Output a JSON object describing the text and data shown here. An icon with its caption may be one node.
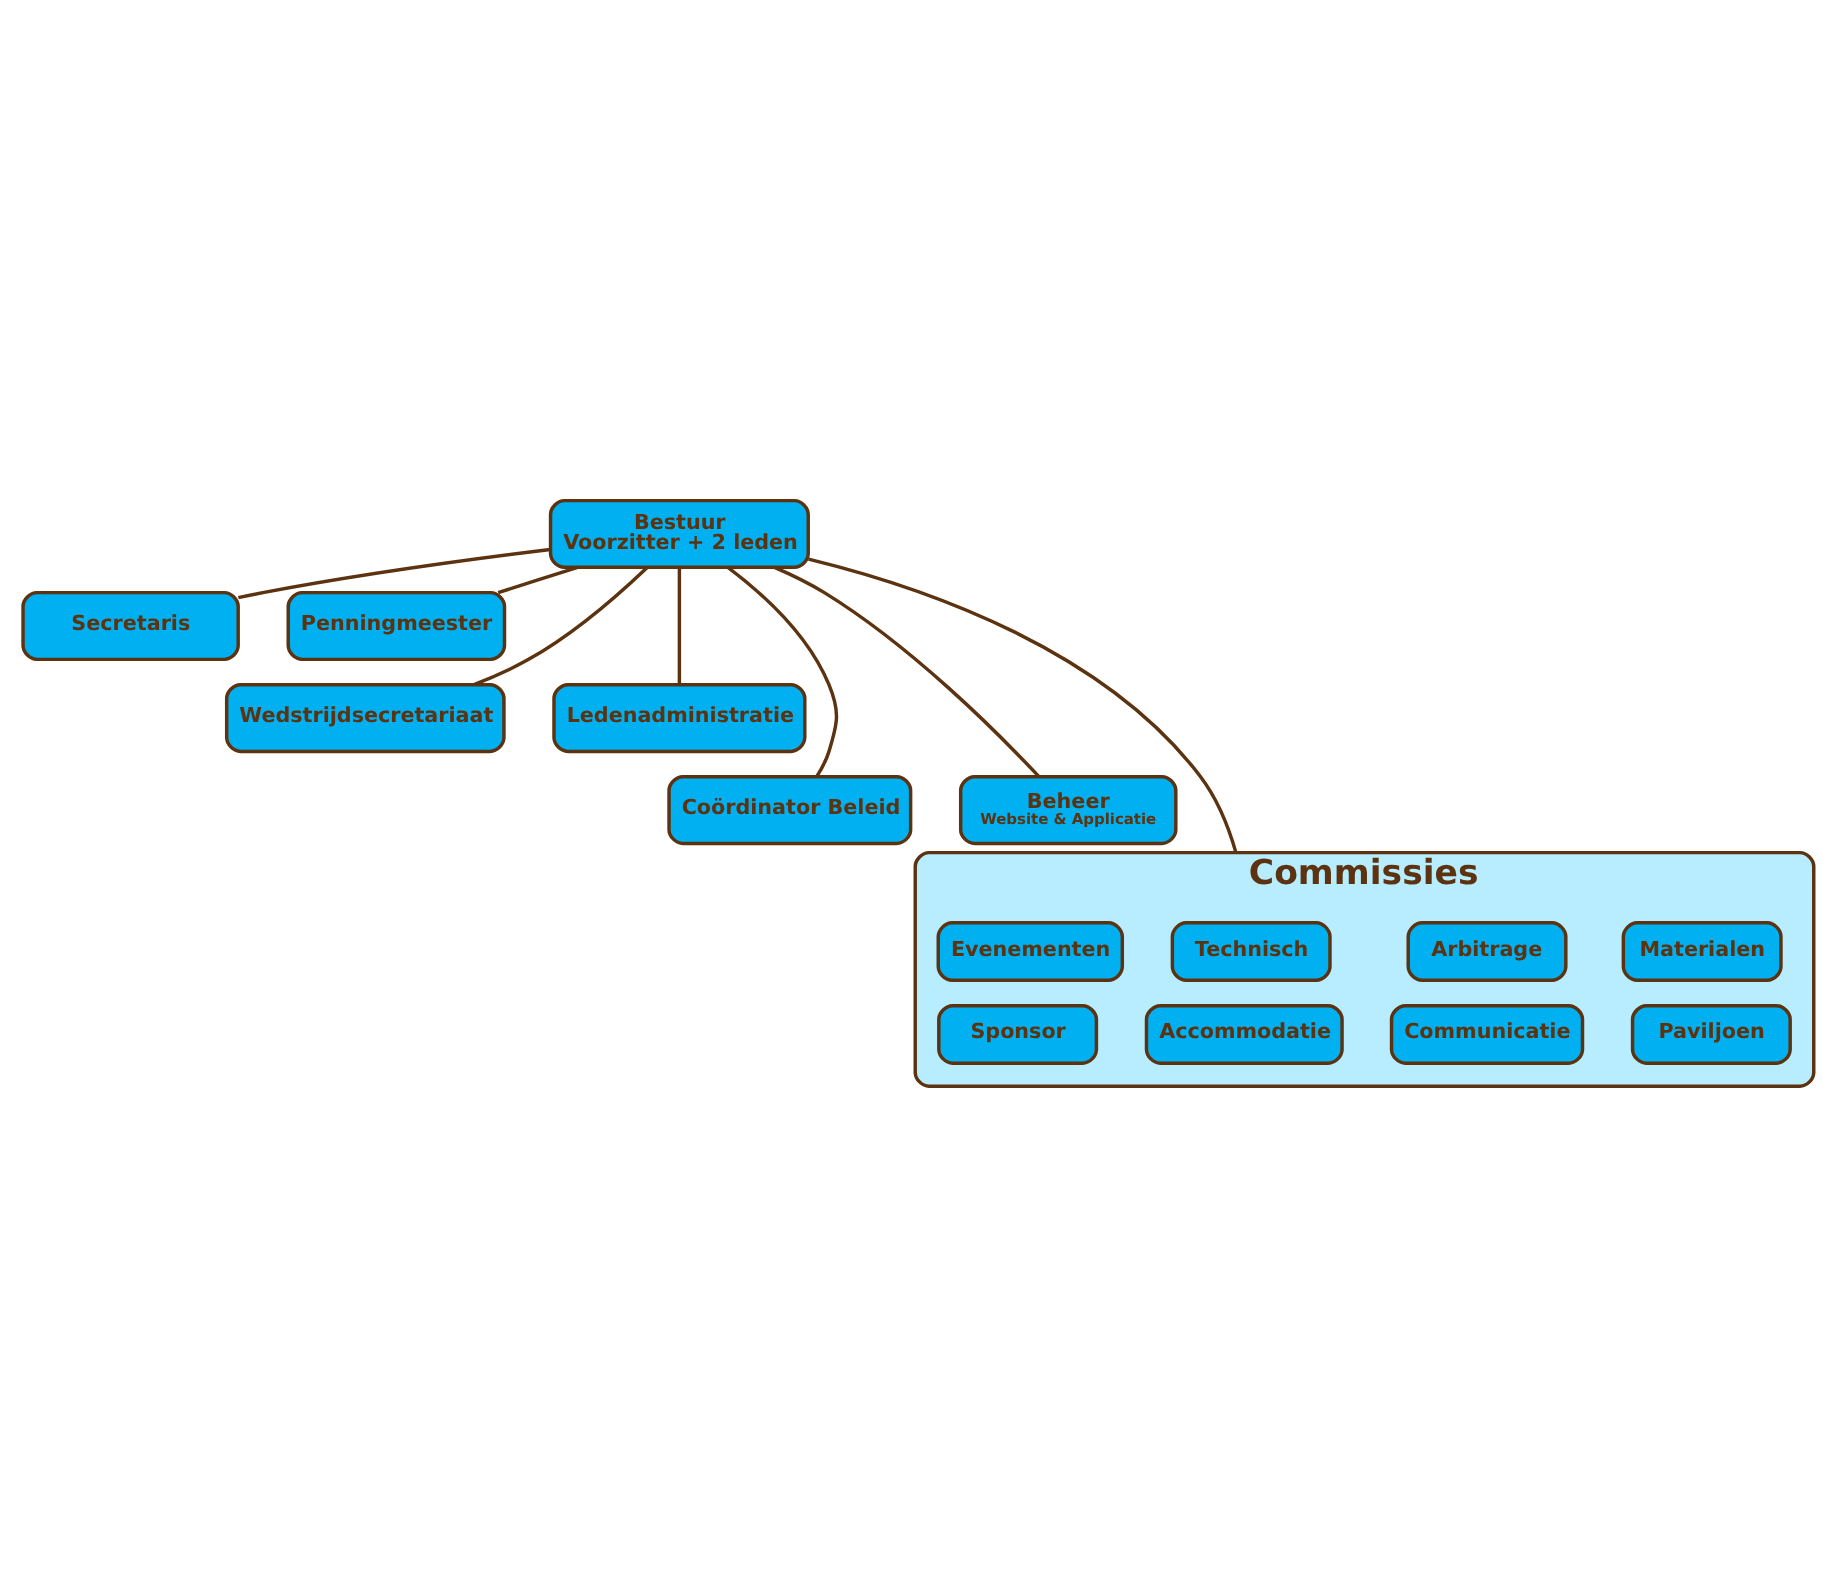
{
  "diagram": {
    "nodes": [
      {
        "text": [
          "Bestuur",
          "Voorzitter + 2 leden"
        ]
      },
      {
        "text": [
          "Secretaris"
        ]
      },
      {
        "text": [
          "Penningmeester"
        ]
      },
      {
        "text": [
          "Wedstrijdsecretariaat"
        ]
      },
      {
        "text": [
          "Ledenadministratie"
        ]
      },
      {
        "text": [
          "Coördinator Beleid"
        ]
      },
      {
        "text": [
          "Beheer",
          "Website & Applicatie"
        ]
      },
      {
        "text": [
          "Commissies"
        ]
      },
      {
        "text": [
          "Evenementen"
        ],
        "in": 7
      },
      {
        "text": [
          "Technisch"
        ],
        "in": 7
      },
      {
        "text": [
          "Arbitrage"
        ],
        "in": 7
      },
      {
        "text": [
          "Materialen"
        ],
        "in": 7
      },
      {
        "text": [
          "Sponsor"
        ],
        "in": 7
      },
      {
        "text": [
          "Accommodatie"
        ],
        "in": 7
      },
      {
        "text": [
          "Communicatie"
        ],
        "in": 7
      },
      {
        "text": [
          "Paviljoen"
        ],
        "in": 7
      }
    ],
    "edges": [
      {
        "from": 0,
        "to": 1,
        "arrow": "none"
      },
      {
        "from": 0,
        "to": 2,
        "arrow": "none"
      },
      {
        "from": 0,
        "to": 3,
        "arrow": "none"
      },
      {
        "from": 0,
        "to": 4,
        "arrow": "none"
      },
      {
        "from": 0,
        "to": 5,
        "arrow": "none"
      },
      {
        "from": 0,
        "to": 6,
        "arrow": "none"
      },
      {
        "from": 0,
        "to": 7,
        "arrow": "none"
      }
    ]
  }
}
